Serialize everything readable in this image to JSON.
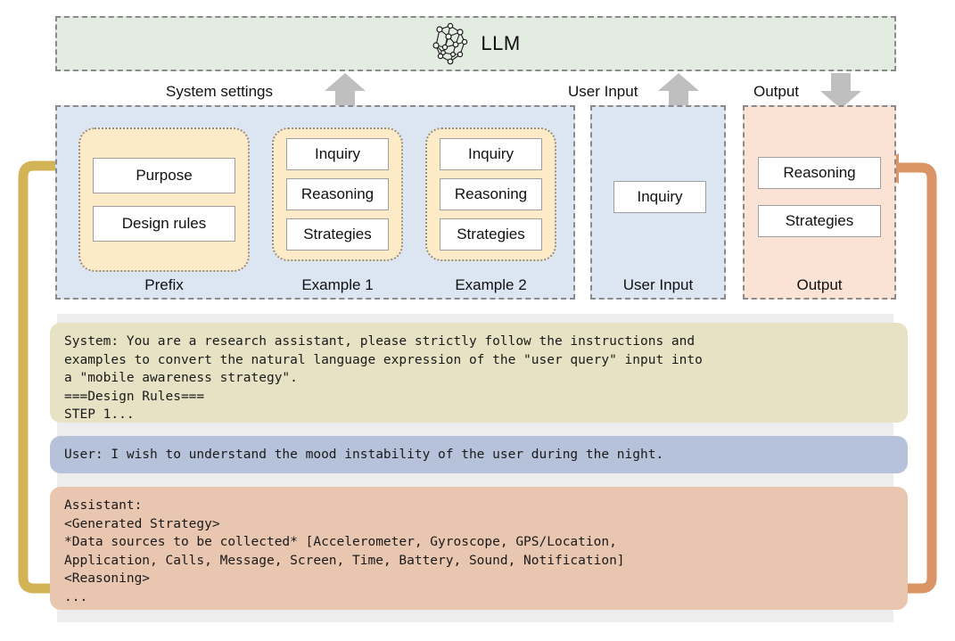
{
  "llm": {
    "label": "LLM",
    "icon": "neural-network-icon",
    "bg_color": "#e2ece1"
  },
  "top_labels": {
    "system_settings": "System settings",
    "user_input": "User Input",
    "output": "Output"
  },
  "arrows": {
    "system_to_llm": "arrow-up",
    "user_to_llm": "arrow-up",
    "llm_to_output": "arrow-down",
    "system_prompt_loop": "curved-arrow-left",
    "assistant_loop": "curved-arrow-right",
    "left_arrow_color": "#d2b457",
    "right_arrow_color": "#da9465",
    "gray_arrow_color": "#bfbfbf"
  },
  "panels": {
    "system_settings": {
      "caption_prefix": "Prefix",
      "caption_example1": "Example 1",
      "caption_example2": "Example 2",
      "bg_color": "#dbe6f2",
      "group_bg_color": "#fdeac6",
      "prefix_items": [
        "Purpose",
        "Design rules"
      ],
      "example1_items": [
        "Inquiry",
        "Reasoning",
        "Strategies"
      ],
      "example2_items": [
        "Inquiry",
        "Reasoning",
        "Strategies"
      ]
    },
    "user_input": {
      "caption": "User Input",
      "items": [
        "Inquiry"
      ],
      "bg_color": "#dbe6f2"
    },
    "output": {
      "caption": "Output",
      "items": [
        "Reasoning",
        "Strategies"
      ],
      "bg_color": "#fae2d4"
    }
  },
  "transcript": {
    "system": "System: You are a research assistant, please strictly follow the instructions and\nexamples to convert the natural language expression of the \"user query\" input into\na \"mobile awareness strategy\".\n===Design Rules===\nSTEP 1...",
    "user": "User: I wish to understand the mood instability of the user during the night.",
    "assistant": "Assistant:\n<Generated Strategy>\n*Data sources to be collected* [Accelerometer, Gyroscope, GPS/Location,\nApplication, Calls, Message, Screen, Time, Battery, Sound, Notification]\n<Reasoning>\n...",
    "system_bg": "#e7e2c4",
    "user_bg": "#b6c2d9",
    "assistant_bg": "#e8c6b0"
  }
}
